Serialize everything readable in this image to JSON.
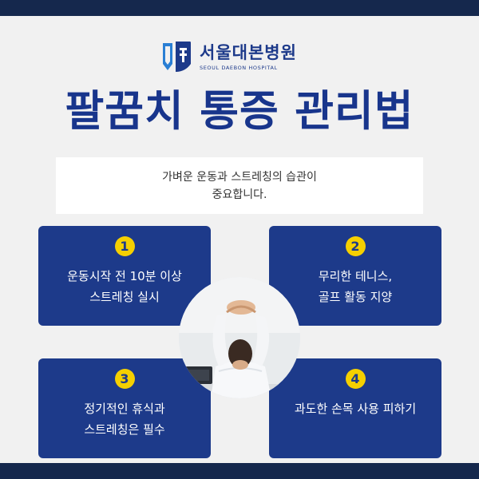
{
  "brand": {
    "name": "서울대본병원",
    "name_en": "SEOUL DAEBON HOSPITAL",
    "colors": {
      "navy": "#1d3a8a",
      "dark_bar": "#15284d",
      "accent_yellow": "#f5d000"
    }
  },
  "title": "팔꿈치 통증 관리법",
  "subtitle": {
    "line1": "가벼운 운동과 스트레칭의 습관이",
    "line2": "중요합니다."
  },
  "tips": [
    {
      "number": "1",
      "line1": "운동시작 전 10분 이상",
      "line2": "스트레칭 실시"
    },
    {
      "number": "2",
      "line1": "무리한 테니스,",
      "line2": "골프 활동 지양"
    },
    {
      "number": "3",
      "line1": "정기적인 휴식과",
      "line2": "스트레칭은 필수"
    },
    {
      "number": "4",
      "line1": "과도한 손목  사용 피하기",
      "line2": ""
    }
  ],
  "photo": {
    "subject": "person stretching arms overhead at desk"
  }
}
